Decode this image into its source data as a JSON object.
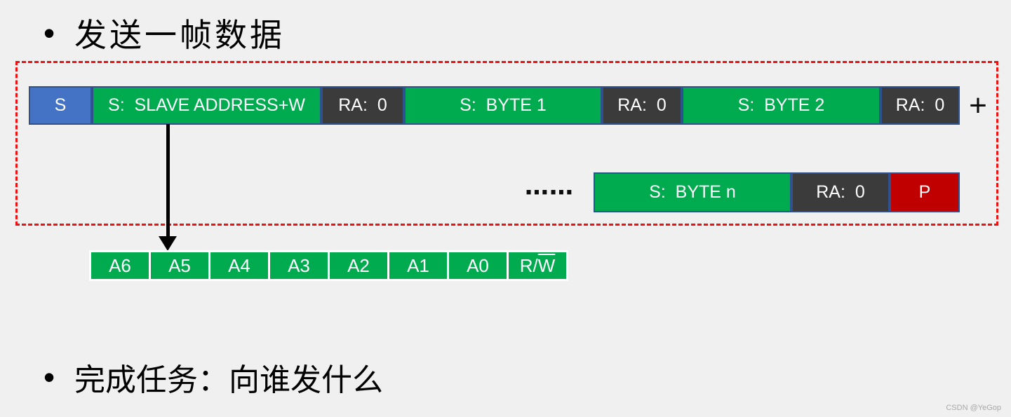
{
  "slide": {
    "background": "#f0f0f0",
    "watermark": "CSDN @YeGop"
  },
  "bullets": [
    {
      "marker": "•",
      "text": "发送一帧数据"
    },
    {
      "marker": "•",
      "text": "完成任务：向谁发什么"
    }
  ],
  "frame_diagram": {
    "row1": {
      "blocks": [
        {
          "label": "S",
          "type": "start"
        },
        {
          "label": "S:  SLAVE ADDRESS+W",
          "type": "data"
        },
        {
          "label": "RA:  0",
          "type": "ack"
        },
        {
          "label": "S:  BYTE 1",
          "type": "data"
        },
        {
          "label": "RA:  0",
          "type": "ack"
        },
        {
          "label": "S:  BYTE 2",
          "type": "data"
        },
        {
          "label": "RA:  0",
          "type": "ack"
        }
      ],
      "suffix": "+"
    },
    "row2": {
      "ellipsis": "⋯⋯",
      "blocks": [
        {
          "label": "S:  BYTE n",
          "type": "data"
        },
        {
          "label": "RA:  0",
          "type": "ack"
        },
        {
          "label": "P",
          "type": "stop"
        }
      ]
    }
  },
  "address_bits": {
    "cells": [
      "A6",
      "A5",
      "A4",
      "A3",
      "A2",
      "A1",
      "A0"
    ],
    "rw_cell": {
      "prefix": "R/",
      "overlined": "W"
    }
  },
  "colors": {
    "start_block": "#4472c4",
    "data_block": "#00ab4f",
    "ack_block": "#3b3b3b",
    "stop_block": "#c00000",
    "block_border": "#2f528f",
    "dashed_border": "#ee1111",
    "arrow": "#000000",
    "background": "#f0f0f0"
  }
}
